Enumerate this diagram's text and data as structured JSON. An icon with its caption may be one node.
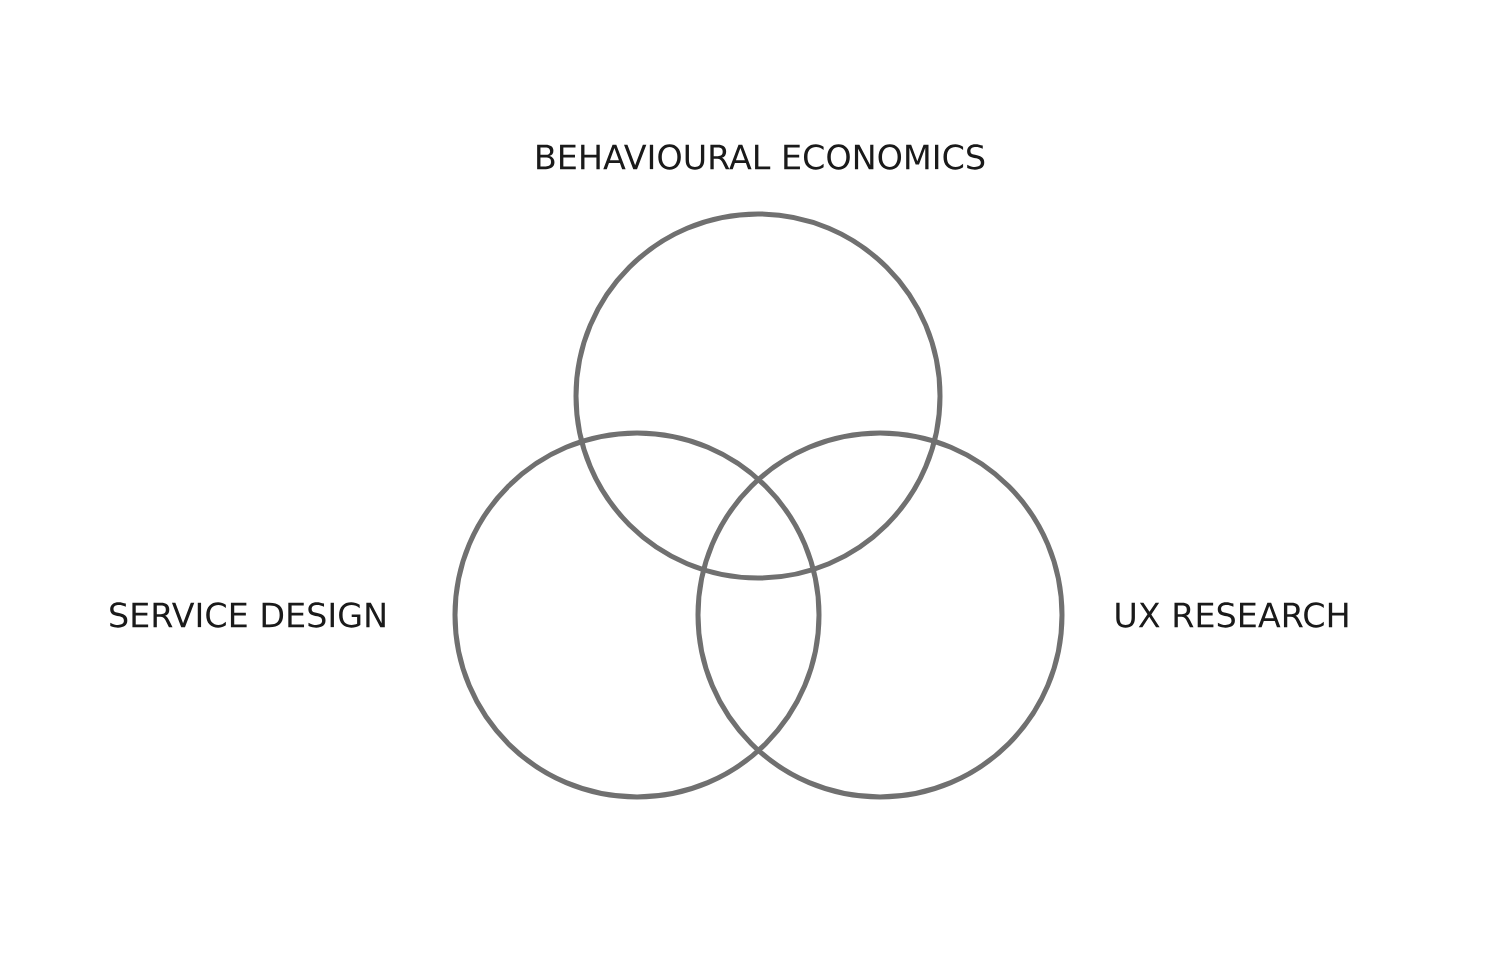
{
  "diagram": {
    "nodes": [
      {
        "text": [],
        "shape": "circle",
        "beside": [
          "BEHAVIOURAL ECONOMICS"
        ]
      },
      {
        "text": [],
        "shape": "circle",
        "beside": [
          "SERVICE DESIGN"
        ]
      },
      {
        "text": [],
        "shape": "circle",
        "beside": [
          "UX RESEARCH"
        ]
      }
    ]
  }
}
